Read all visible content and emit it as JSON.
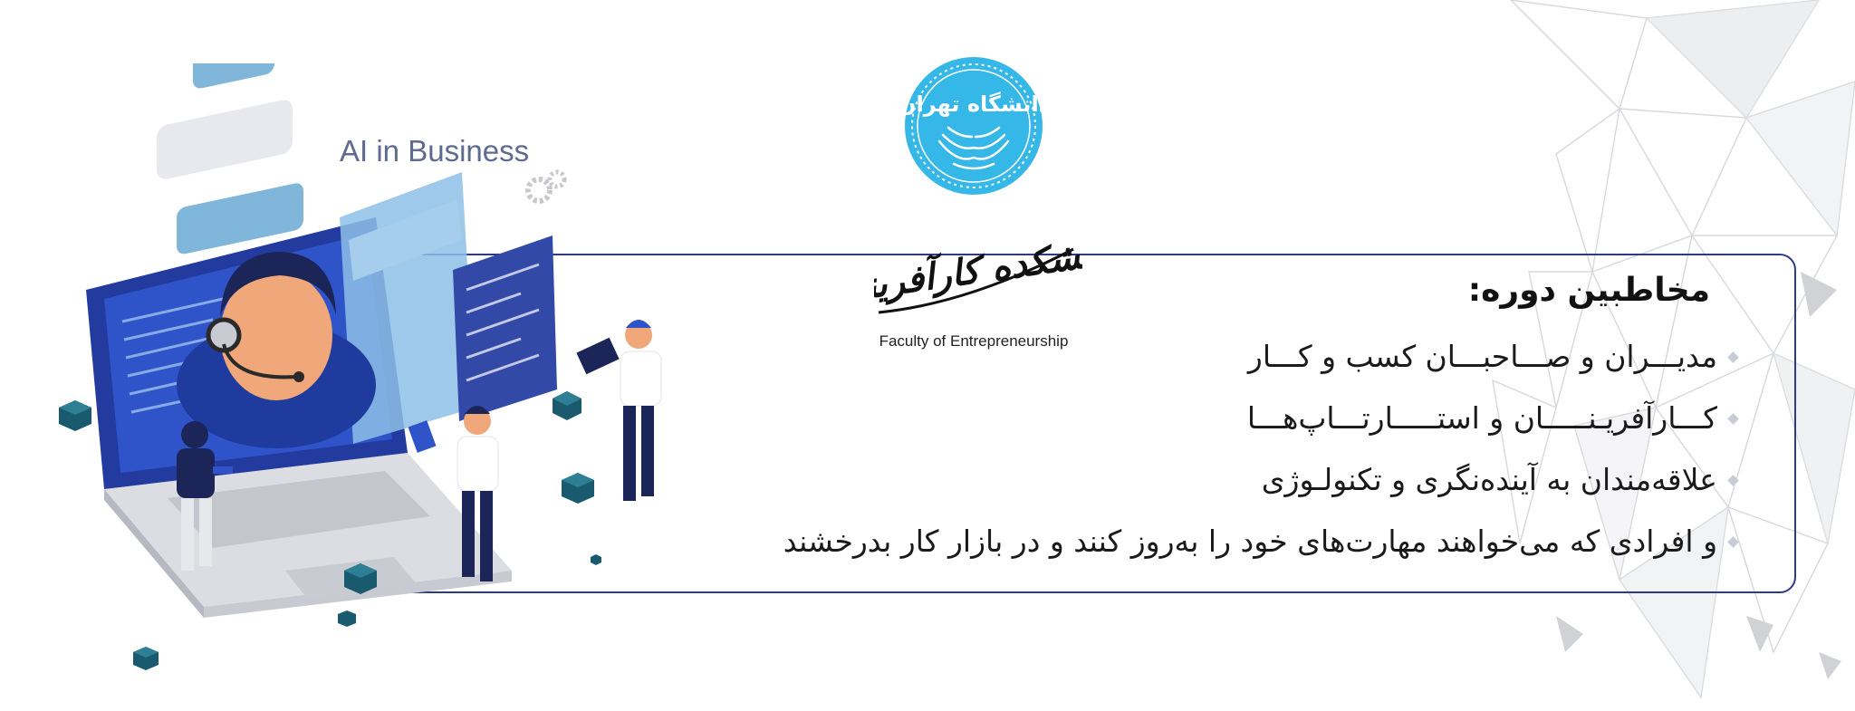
{
  "illustration": {
    "label": "AI in Business"
  },
  "logo": {
    "seal_text": "دانشگاه تهران",
    "script_text": "دانشکده کارآفرینی",
    "subtitle": "Faculty of Entrepreneurship"
  },
  "audience": {
    "title": "مخاطبین دوره:",
    "items": [
      "مدیـــران و صـــاحبـــان کسب و کـــار",
      "کـــارآفریـنـــــان و استـــــارتـــاپ‌هـــا",
      "علاقه‌مندان به آینده‌نگری و تکنولـوژی",
      "و افرادی که می‌خواهند مهارت‌های خود را به‌روز کنند و در بازار کار بدرخشند"
    ]
  },
  "colors": {
    "accent": "#2c3a8c",
    "seal": "#35b7e8",
    "screen": "#2f53c9"
  }
}
